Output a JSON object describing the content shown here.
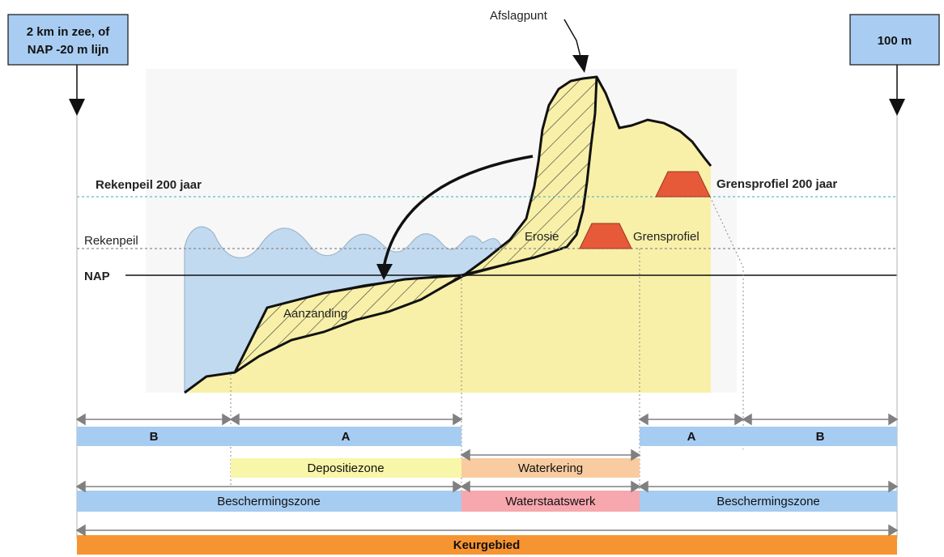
{
  "markers": {
    "left_box": {
      "line1": "2 km in zee, of",
      "line2": "NAP -20 m lijn"
    },
    "right_box": {
      "line1": "100 m"
    }
  },
  "labels": {
    "afslagpunt": "Afslagpunt",
    "rekenpeil_200": "Rekenpeil 200 jaar",
    "grensprofiel_200": "Grensprofiel 200 jaar",
    "rekenpeil": "Rekenpeil",
    "nap": "NAP",
    "erosie": "Erosie",
    "grensprofiel": "Grensprofiel",
    "aanzanding": "Aanzanding"
  },
  "zones": {
    "row1": [
      "B",
      "A",
      "A",
      "B"
    ],
    "row2": {
      "depositiezone": "Depositiezone",
      "waterkering": "Waterkering"
    },
    "row3": {
      "left": "Beschermingszone",
      "middle": "Waterstaatswerk",
      "right": "Beschermingszone"
    },
    "row4": {
      "keurgebied": "Keurgebied"
    }
  },
  "colors": {
    "box_blue": "#a9cdf2",
    "water_blue": "#c2daf0",
    "sand_yellow": "#f8f0a8",
    "zone_blue": "#a6ccf2",
    "depositie_yellow": "#f8f6a8",
    "waterkering_peach": "#f9cba0",
    "waterstaatswerk_pink": "#f7a7ae",
    "keurgebied_orange": "#f79432",
    "grensprofiel_red": "#e65a3a",
    "rekenpeil200_line": "#5bbcc4"
  }
}
